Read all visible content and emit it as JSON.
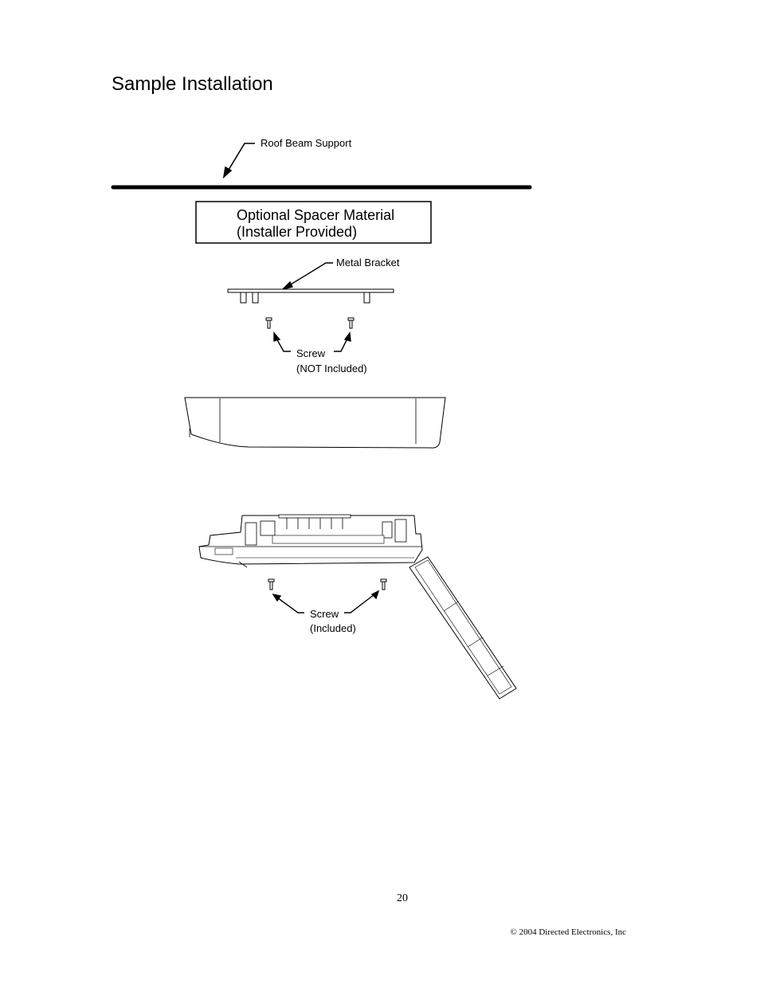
{
  "page": {
    "title": "Sample Installation",
    "page_number": "20",
    "copyright": "© 2004 Directed Electronics, Inc"
  },
  "diagram": {
    "labels": {
      "roof_beam": "Roof Beam Support",
      "spacer_line1": "Optional Spacer Material",
      "spacer_line2": "(Installer Provided)",
      "metal_bracket": "Metal Bracket",
      "screw_top_line1": "Screw",
      "screw_top_line2": "(NOT Included)",
      "screw_bottom_line1": "Screw",
      "screw_bottom_line2": "(Included)"
    }
  }
}
